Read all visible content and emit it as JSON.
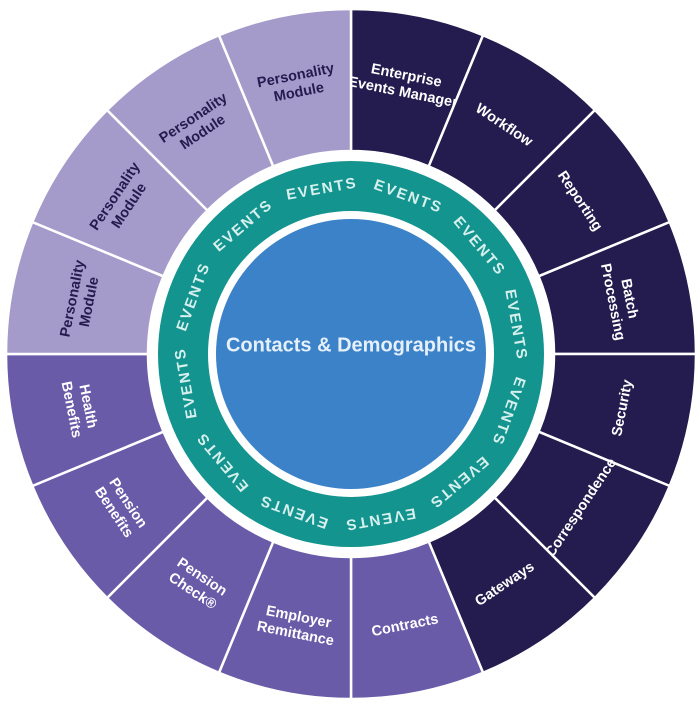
{
  "center": {
    "label": "Contacts & Demographics"
  },
  "events_ring": {
    "labels": [
      "EVENTS",
      "EVENTS",
      "EVENTS",
      "EVENTS",
      "EVENTS",
      "EVENTS",
      "EVENTS",
      "EVENTS",
      "EVENTS",
      "EVENTS",
      "EVENTS",
      "EVENTS"
    ]
  },
  "segments": [
    {
      "lines": [
        "Enterprise",
        "Events Manager"
      ],
      "group": "dark"
    },
    {
      "lines": [
        "Workflow"
      ],
      "group": "dark"
    },
    {
      "lines": [
        "Reporting"
      ],
      "group": "dark"
    },
    {
      "lines": [
        "Batch",
        "Processing"
      ],
      "group": "dark"
    },
    {
      "lines": [
        "Security"
      ],
      "group": "dark"
    },
    {
      "lines": [
        "Correspondence"
      ],
      "group": "dark"
    },
    {
      "lines": [
        "Gateways"
      ],
      "group": "dark"
    },
    {
      "lines": [
        "Contracts"
      ],
      "group": "medium"
    },
    {
      "lines": [
        "Employer",
        "Remittance"
      ],
      "group": "medium"
    },
    {
      "lines": [
        "Pension",
        "Check®"
      ],
      "group": "medium"
    },
    {
      "lines": [
        "Pension",
        "Benefits"
      ],
      "group": "medium"
    },
    {
      "lines": [
        "Health",
        "Benefits"
      ],
      "group": "medium"
    },
    {
      "lines": [
        "Personality",
        "Module"
      ],
      "group": "light"
    },
    {
      "lines": [
        "Personality",
        "Module"
      ],
      "group": "light"
    },
    {
      "lines": [
        "Personality",
        "Module"
      ],
      "group": "light"
    },
    {
      "lines": [
        "Personality",
        "Module"
      ],
      "group": "light"
    }
  ],
  "colors": {
    "dark": "#241c4e",
    "medium": "#6a5ba8",
    "light": "#a59bcb",
    "dark_text": "#ffffff",
    "medium_text": "#ffffff",
    "light_text": "#241c4e",
    "ring": "#14948e",
    "events_text": "#d7f0ee",
    "center": "#3b82c8",
    "center_text": "#e6f0fa",
    "divider": "#ffffff"
  }
}
